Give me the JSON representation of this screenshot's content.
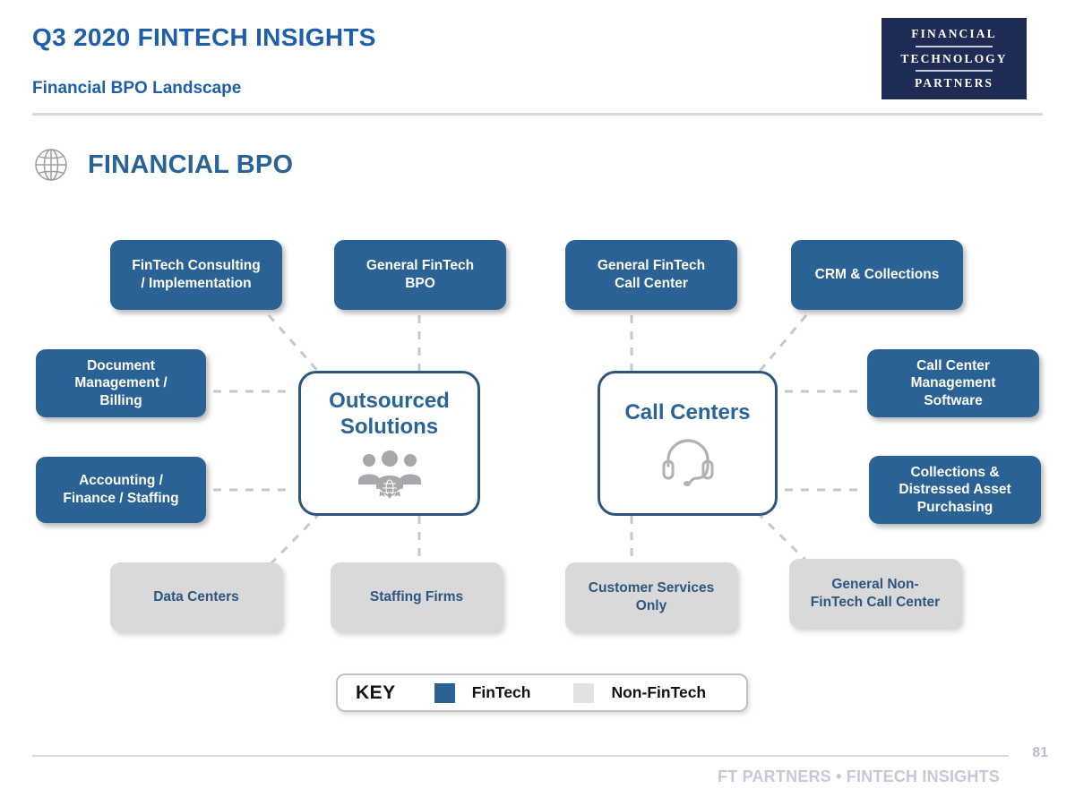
{
  "header": {
    "title": "Q3 2020 FINTECH INSIGHTS",
    "subtitle": "Financial BPO Landscape",
    "logo": {
      "line1": "FINANCIAL",
      "line2": "TECHNOLOGY",
      "line3": "PARTNERS"
    }
  },
  "section": {
    "icon": "globe-icon",
    "title": "FINANCIAL BPO"
  },
  "diagram": {
    "hubs": [
      {
        "id": "outsourced-solutions",
        "label": "Outsourced\nSolutions",
        "icon": "people-network-icon"
      },
      {
        "id": "call-centers",
        "label": "Call Centers",
        "icon": "headset-icon"
      }
    ],
    "nodes": [
      {
        "id": "fintech-consulting-implementation",
        "label": "FinTech Consulting\n/ Implementation",
        "category": "FinTech"
      },
      {
        "id": "general-fintech-bpo",
        "label": "General FinTech\nBPO",
        "category": "FinTech"
      },
      {
        "id": "general-fintech-call-center",
        "label": "General FinTech\nCall Center",
        "category": "FinTech"
      },
      {
        "id": "crm-collections",
        "label": "CRM & Collections",
        "category": "FinTech"
      },
      {
        "id": "document-management-billing",
        "label": "Document\nManagement /\nBilling",
        "category": "FinTech"
      },
      {
        "id": "accounting-finance-staffing",
        "label": "Accounting /\nFinance / Staffing",
        "category": "FinTech"
      },
      {
        "id": "call-center-management-software",
        "label": "Call Center\nManagement\nSoftware",
        "category": "FinTech"
      },
      {
        "id": "collections-distressed-asset-purchasing",
        "label": "Collections &\nDistressed Asset\nPurchasing",
        "category": "FinTech"
      },
      {
        "id": "data-centers",
        "label": "Data Centers",
        "category": "Non-FinTech"
      },
      {
        "id": "staffing-firms",
        "label": "Staffing Firms",
        "category": "Non-FinTech"
      },
      {
        "id": "customer-services-only",
        "label": "Customer Services\nOnly",
        "category": "Non-FinTech"
      },
      {
        "id": "general-non-fintech-call-center",
        "label": "General Non-\nFinTech Call Center",
        "category": "Non-FinTech"
      }
    ]
  },
  "key": {
    "label": "KEY",
    "entries": [
      {
        "swatch": "#2a6296",
        "text": "FinTech"
      },
      {
        "swatch": "#e2e2e2",
        "text": "Non-FinTech"
      }
    ]
  },
  "footer": {
    "text": "FT PARTNERS • FINTECH INSIGHTS",
    "page_number": "81"
  },
  "colors": {
    "title_blue": "#1f5fa9",
    "fintech_blue": "#2a6296",
    "hub_border": "#2d5580",
    "nonfintech_grey": "#d9d9d9",
    "logo_navy": "#1d2b55",
    "connector_grey": "#c6c8ca"
  }
}
